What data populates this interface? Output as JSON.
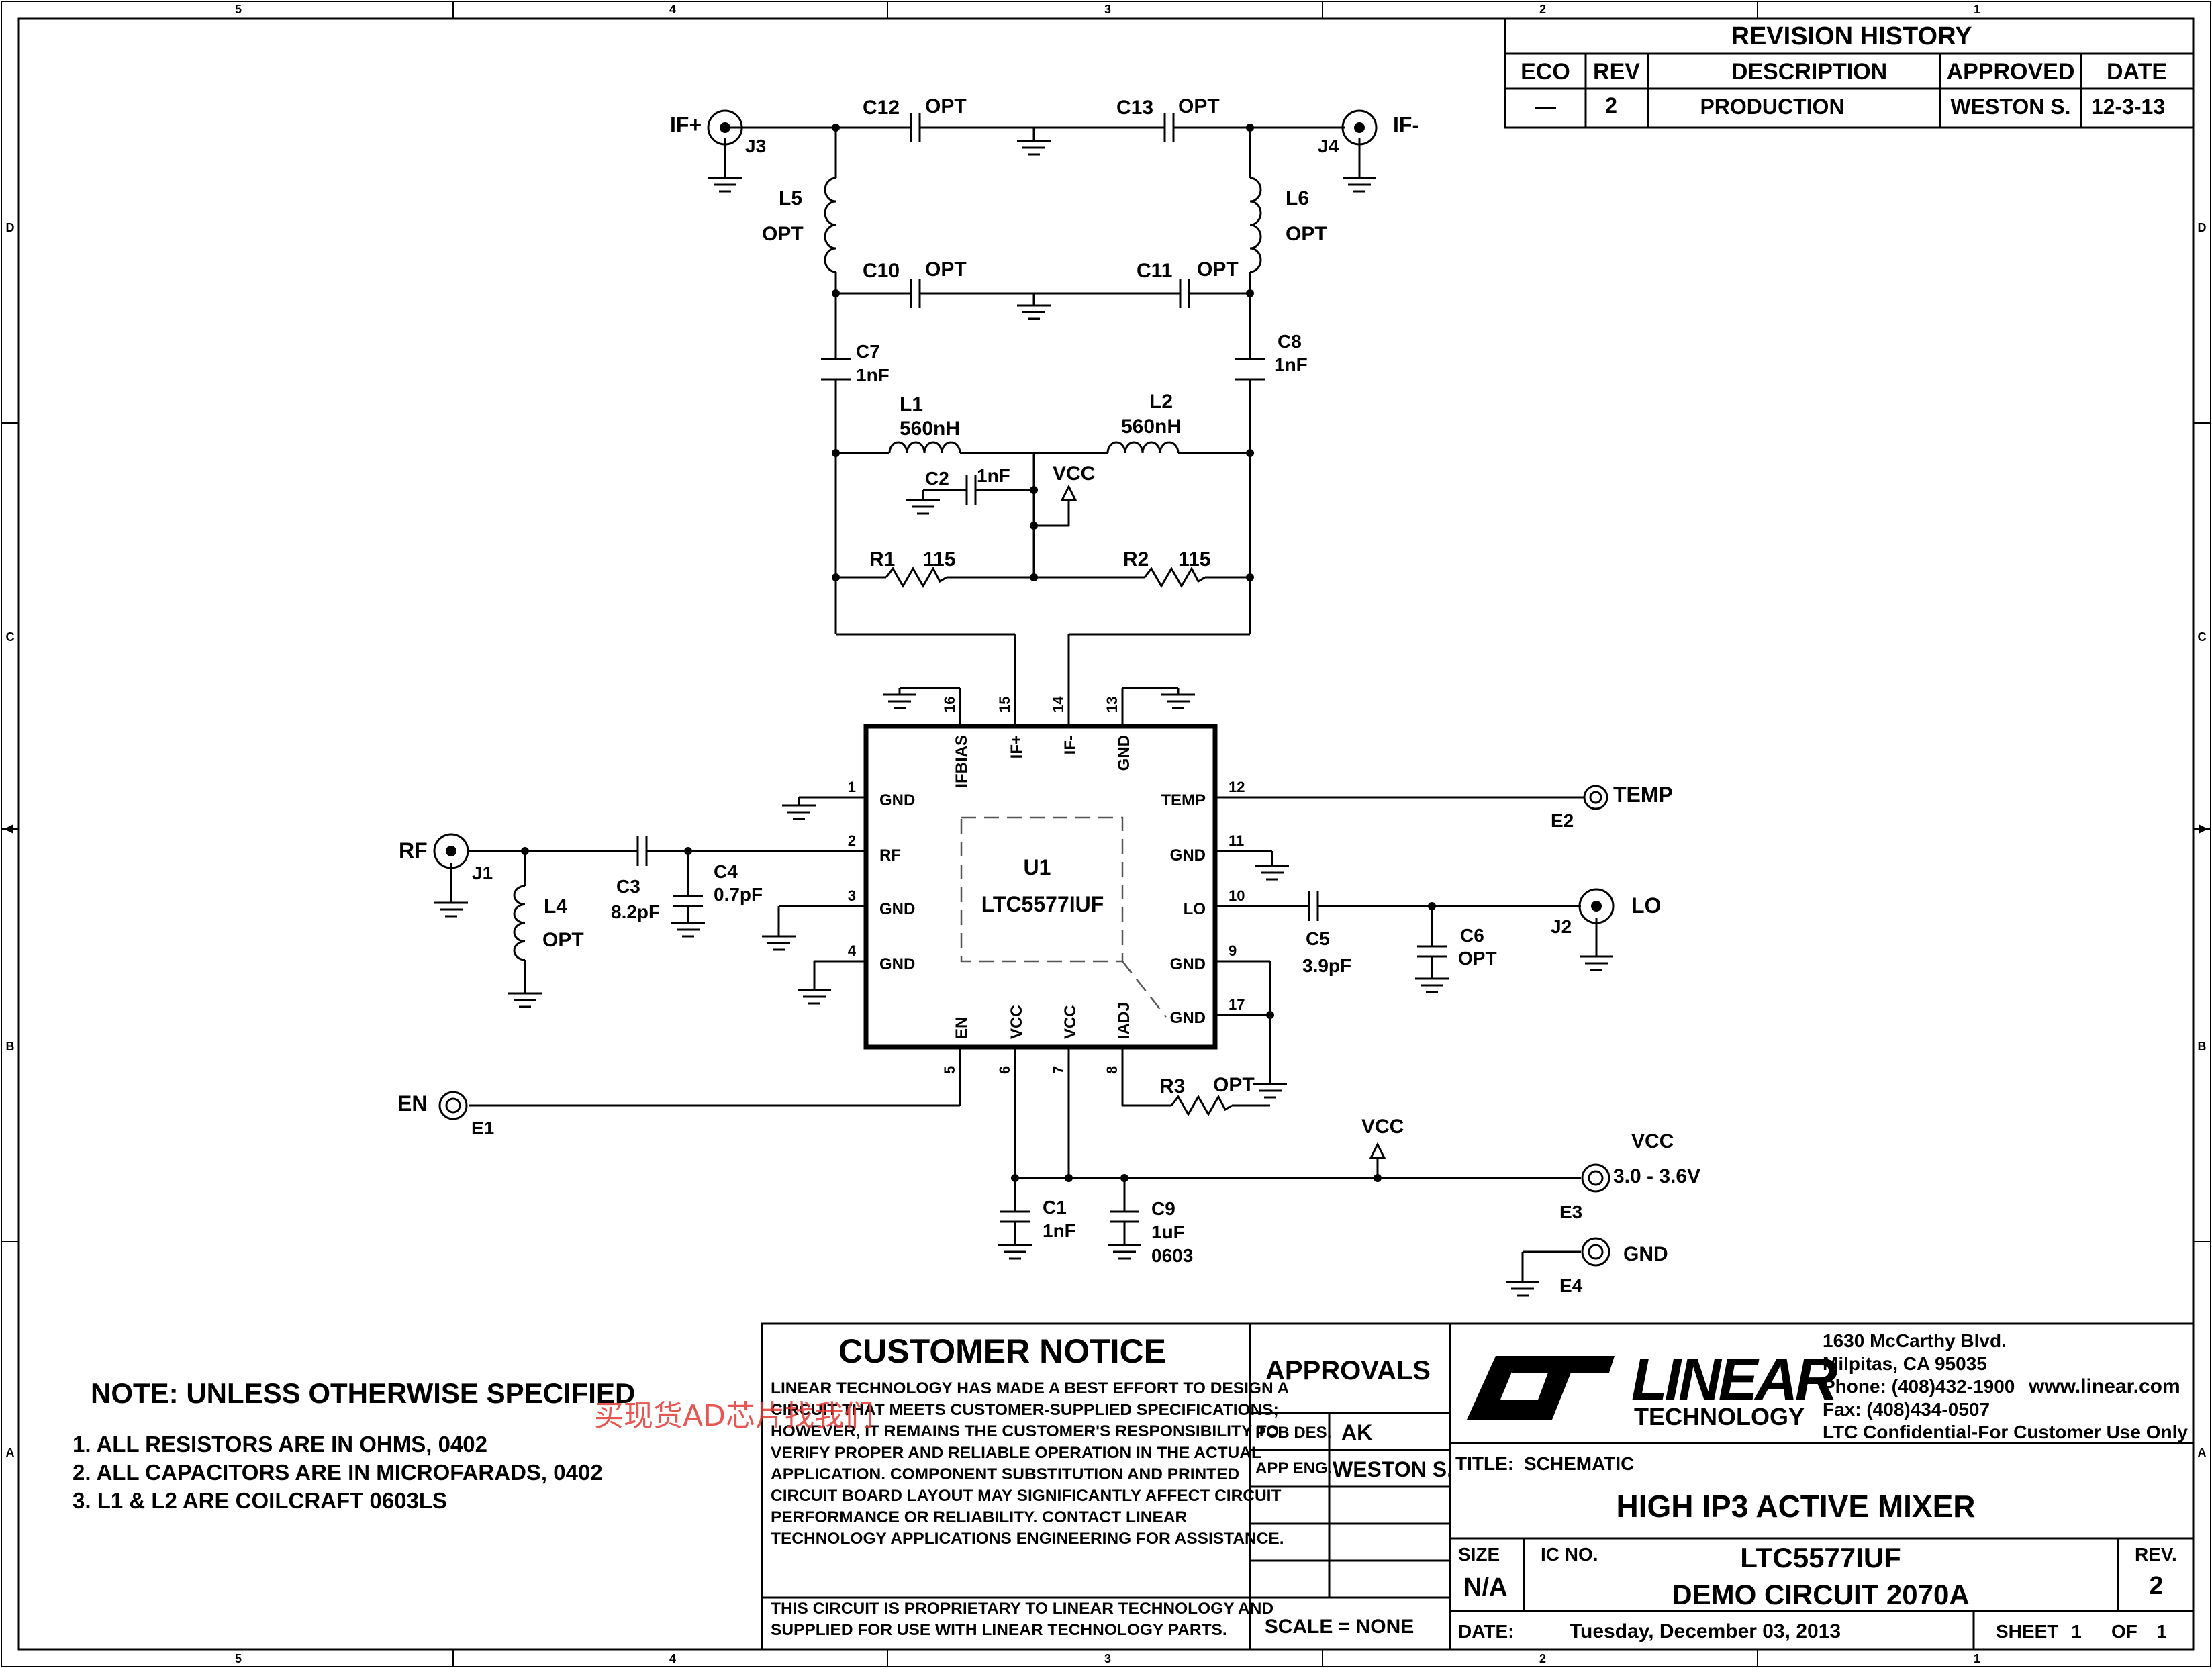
{
  "frame": {
    "col_labels": [
      "5",
      "4",
      "3",
      "2",
      "1"
    ],
    "row_labels": [
      "D",
      "C",
      "B",
      "A"
    ]
  },
  "revision_history": {
    "title": "REVISION HISTORY",
    "headers": [
      "ECO",
      "REV",
      "DESCRIPTION",
      "APPROVED",
      "DATE"
    ],
    "row": [
      "—",
      "2",
      "PRODUCTION",
      "WESTON S.",
      "12-3-13"
    ]
  },
  "chip": {
    "ref": "U1",
    "part": "LTC5577IUF",
    "pins": [
      {
        "num": "1",
        "name": "GND"
      },
      {
        "num": "2",
        "name": "RF"
      },
      {
        "num": "3",
        "name": "GND"
      },
      {
        "num": "4",
        "name": "GND"
      },
      {
        "num": "5",
        "name": "EN"
      },
      {
        "num": "6",
        "name": "VCC"
      },
      {
        "num": "7",
        "name": "VCC"
      },
      {
        "num": "8",
        "name": "IADJ"
      },
      {
        "num": "9",
        "name": "GND"
      },
      {
        "num": "10",
        "name": "LO"
      },
      {
        "num": "11",
        "name": "GND"
      },
      {
        "num": "12",
        "name": "TEMP"
      },
      {
        "num": "13",
        "name": "GND"
      },
      {
        "num": "14",
        "name": "IF-"
      },
      {
        "num": "15",
        "name": "IF+"
      },
      {
        "num": "16",
        "name": "IFBIAS"
      },
      {
        "num": "17",
        "name": "GND"
      }
    ]
  },
  "components": {
    "C12": {
      "ref": "C12",
      "value": "OPT"
    },
    "C13": {
      "ref": "C13",
      "value": "OPT"
    },
    "C10": {
      "ref": "C10",
      "value": "OPT"
    },
    "C11": {
      "ref": "C11",
      "value": "OPT"
    },
    "L5": {
      "ref": "L5",
      "value": "OPT"
    },
    "L6": {
      "ref": "L6",
      "value": "OPT"
    },
    "C7": {
      "ref": "C7",
      "value": "1nF"
    },
    "C8": {
      "ref": "C8",
      "value": "1nF"
    },
    "L1": {
      "ref": "L1",
      "value": "560nH"
    },
    "L2": {
      "ref": "L2",
      "value": "560nH"
    },
    "C2": {
      "ref": "C2",
      "value": "1nF"
    },
    "R1": {
      "ref": "R1",
      "value": "115"
    },
    "R2": {
      "ref": "R2",
      "value": "115"
    },
    "C3": {
      "ref": "C3",
      "value": "8.2pF"
    },
    "C4": {
      "ref": "C4",
      "value": "0.7pF"
    },
    "L4": {
      "ref": "L4",
      "value": "OPT"
    },
    "C5": {
      "ref": "C5",
      "value": "3.9pF"
    },
    "C6": {
      "ref": "C6",
      "value": "OPT"
    },
    "R3": {
      "ref": "R3",
      "value": "OPT"
    },
    "C1": {
      "ref": "C1",
      "value": "1nF"
    },
    "C9": {
      "ref": "C9",
      "value": "1uF",
      "extra": "0603"
    }
  },
  "connectors": {
    "J3": {
      "ref": "J3",
      "net": "IF+"
    },
    "J4": {
      "ref": "J4",
      "net": "IF-"
    },
    "J1": {
      "ref": "J1",
      "net": "RF"
    },
    "J2": {
      "ref": "J2",
      "net": "LO"
    },
    "E1": {
      "ref": "E1",
      "net": "EN"
    },
    "E2": {
      "ref": "E2",
      "net": "TEMP"
    },
    "E3": {
      "ref": "E3",
      "net": "VCC",
      "range": "3.0 - 3.6V"
    },
    "E4": {
      "ref": "E4",
      "net": "GND"
    }
  },
  "vcc_label": "VCC",
  "notes": {
    "title": "NOTE: UNLESS OTHERWISE SPECIFIED",
    "items": [
      "1.  ALL RESISTORS ARE IN OHMS, 0402",
      "2.  ALL CAPACITORS ARE IN MICROFARADS, 0402",
      "3.  L1 & L2 ARE COILCRAFT 0603LS"
    ]
  },
  "watermark": "买现货AD芯片找我们",
  "customer_notice": {
    "title": "CUSTOMER NOTICE",
    "lines": [
      "LINEAR TECHNOLOGY HAS MADE A BEST EFFORT TO DESIGN A",
      "CIRCUIT THAT MEETS CUSTOMER-SUPPLIED SPECIFICATIONS;",
      "HOWEVER, IT REMAINS THE CUSTOMER'S RESPONSIBILITY TO",
      "VERIFY PROPER AND RELIABLE OPERATION IN THE ACTUAL",
      "APPLICATION.  COMPONENT SUBSTITUTION AND PRINTED",
      "CIRCUIT BOARD LAYOUT MAY SIGNIFICANTLY AFFECT CIRCUIT",
      "PERFORMANCE OR RELIABILITY.  CONTACT LINEAR",
      "TECHNOLOGY APPLICATIONS ENGINEERING FOR ASSISTANCE."
    ],
    "proprietary": [
      "THIS CIRCUIT IS PROPRIETARY TO LINEAR TECHNOLOGY AND",
      "SUPPLIED FOR USE WITH LINEAR TECHNOLOGY PARTS."
    ]
  },
  "approvals": {
    "title": "APPROVALS",
    "pcb_label": "PCB DES.",
    "pcb_value": "AK",
    "app_label": "APP ENG.",
    "app_value": "WESTON S.",
    "scale": "SCALE = NONE"
  },
  "company": {
    "logo_text": "LINEAR",
    "logo_sub": "TECHNOLOGY",
    "address1": "1630 McCarthy Blvd.",
    "address2": "Milpitas, CA 95035",
    "phone": "Phone: (408)432-1900",
    "web": "www.linear.com",
    "fax": "Fax: (408)434-0507",
    "confidential": "LTC Confidential-For Customer Use Only"
  },
  "title_block": {
    "title_label": "TITLE:",
    "title_value": "SCHEMATIC",
    "subtitle": "HIGH IP3 ACTIVE MIXER",
    "size_label": "SIZE",
    "size_value": "N/A",
    "icno_label": "IC NO.",
    "icno_value": "LTC5577IUF",
    "demo": "DEMO CIRCUIT 2070A",
    "rev_label": "REV.",
    "rev_value": "2",
    "date_label": "DATE:",
    "date_value": "Tuesday, December 03, 2013",
    "sheet_label": "SHEET",
    "sheet_value": "1",
    "of_label": "OF",
    "of_value": "1"
  }
}
